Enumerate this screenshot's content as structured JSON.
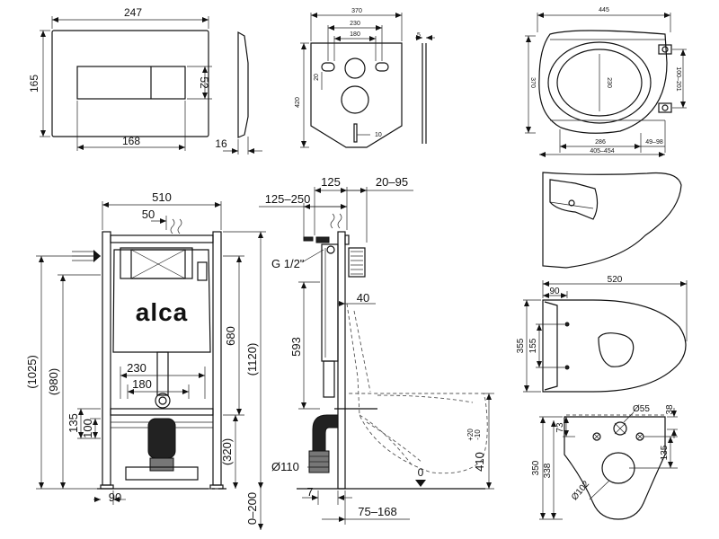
{
  "brand": "alca",
  "flush_plate": {
    "width": "247",
    "height": "165",
    "button_height": "52",
    "button_width": "168",
    "depth": "16"
  },
  "sound_pad": {
    "width": "370",
    "hole_spacing": "230",
    "inner_spacing": "180",
    "height": "420",
    "hole_size": "20",
    "slot": "10",
    "thickness": "5"
  },
  "seat": {
    "width": "445",
    "depth": "370",
    "inner": "230",
    "hinge": "100–201",
    "span": "286",
    "offset": "49–98",
    "overall": "405–454"
  },
  "frame": {
    "width": "510",
    "offset_top": "50",
    "inlet_depth": "125",
    "inlet_range": "125–250",
    "inlet_offset": "20–95",
    "thread": "G 1/2\"",
    "h1025": "(1025)",
    "h980": "(980)",
    "h680": "680",
    "h1120": "(1120)",
    "h593": "593",
    "d40": "40",
    "s230": "230",
    "s180": "180",
    "h135": "135",
    "h100": "100",
    "h320": "(320)",
    "d110": "Ø110",
    "foot": "90",
    "leg": "0–200",
    "gap7": "7",
    "range75": "75–168",
    "h410": "410",
    "tol_plus": "+20",
    "tol_minus": "-10",
    "zero": "0"
  },
  "bowl": {
    "length": "520",
    "rim": "90",
    "width": "355",
    "fix": "155",
    "d55": "Ø55",
    "h38": "38",
    "h73": "73",
    "h135": "135",
    "h350": "350",
    "h338": "338",
    "d102": "Ø102"
  }
}
